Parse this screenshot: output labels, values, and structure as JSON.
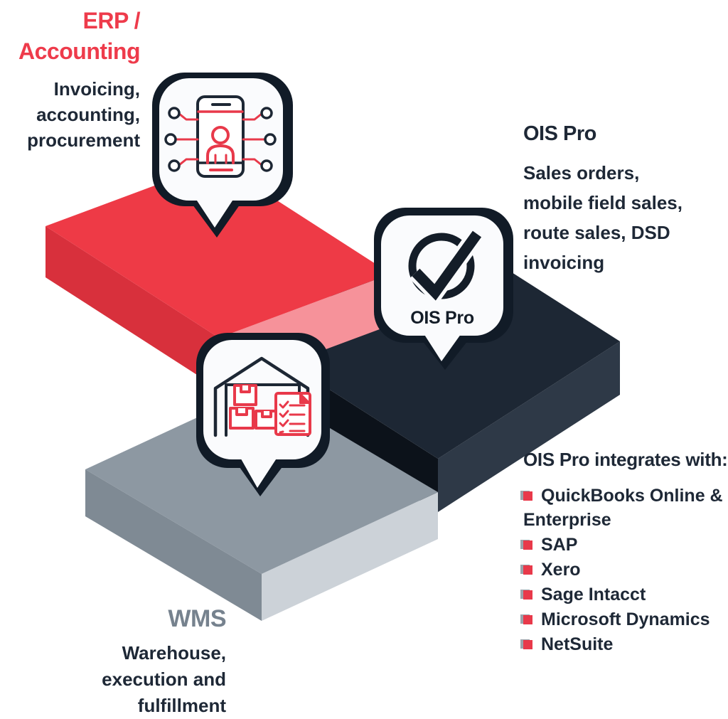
{
  "colors": {
    "accent_red": "#ee3b4b",
    "navy": "#1e2836",
    "steel_gray": "#8d98a2",
    "bubble_white": "#fafbfd",
    "platform_red_top": "#ee3a46",
    "platform_red_left": "#d8303c",
    "platform_red_right": "#f6929a",
    "platform_navy_top": "#1d2734",
    "platform_navy_left": "#0c121a",
    "platform_navy_right": "#2e3947",
    "platform_gray_top": "#8d98a2",
    "platform_gray_left": "#7f8a94",
    "platform_gray_right": "#ccd2d8"
  },
  "erp": {
    "title_lines": [
      "ERP /",
      "Accounting"
    ],
    "body_lines": [
      "Invoicing,",
      "accounting,",
      "procurement"
    ]
  },
  "ois": {
    "title": "OIS Pro",
    "body_lines": [
      "Sales orders,",
      "mobile field sales,",
      "route sales, DSD",
      "invoicing"
    ]
  },
  "ois_bubble": {
    "label": "OIS Pro"
  },
  "integrations": {
    "title": "OIS Pro integrates with:",
    "items": [
      "QuickBooks Online & Enterprise",
      "SAP",
      "Xero",
      "Sage Intacct",
      "Microsoft Dynamics",
      "NetSuite"
    ]
  },
  "wms": {
    "title": "WMS",
    "body_lines": [
      "Warehouse,",
      "execution and",
      "fulfillment"
    ]
  },
  "icons": {
    "phone": "mobile-sales-phone-icon",
    "check": "ois-pro-check-icon",
    "warehouse": "warehouse-icon",
    "bullet": "red-square-bullet"
  }
}
